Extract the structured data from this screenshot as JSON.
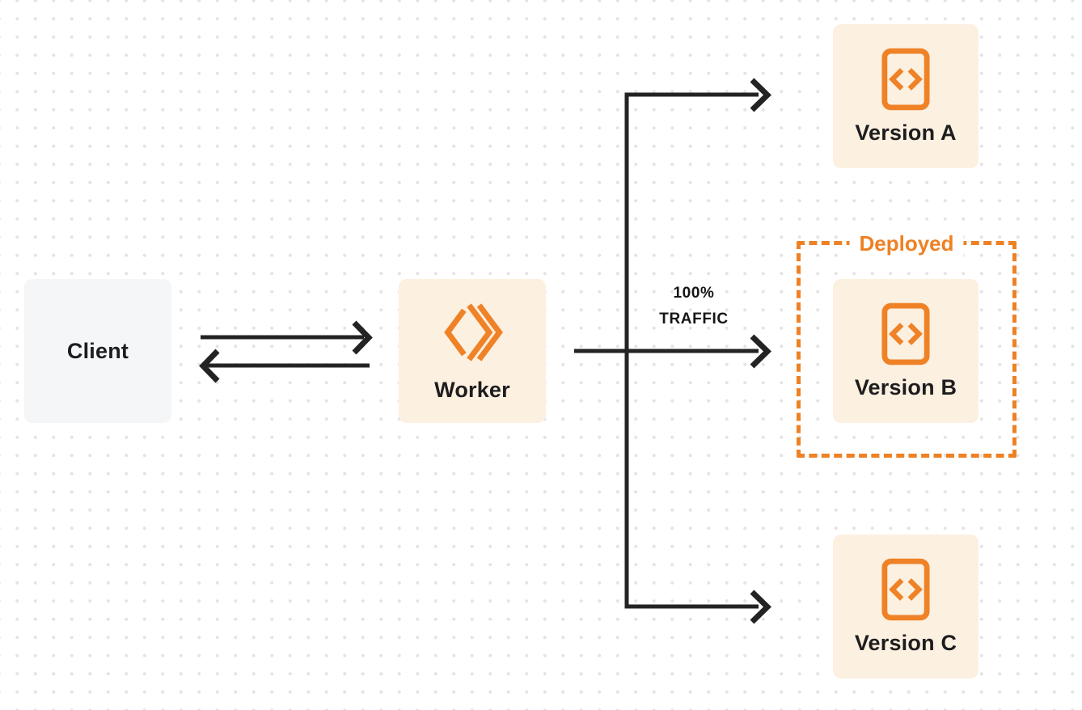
{
  "nodes": {
    "client": {
      "label": "Client"
    },
    "worker": {
      "label": "Worker"
    },
    "version_a": {
      "label": "Version A"
    },
    "version_b": {
      "label": "Version B"
    },
    "version_c": {
      "label": "Version C"
    }
  },
  "deployed_group": {
    "label": "Deployed"
  },
  "traffic": {
    "line1": "100%",
    "line2": "TRAFFIC"
  },
  "edges": [
    {
      "from": "Client",
      "to": "Worker",
      "arrow": "right"
    },
    {
      "from": "Worker",
      "to": "Client",
      "arrow": "left"
    },
    {
      "from": "Worker",
      "to": "Version A",
      "arrow": "right"
    },
    {
      "from": "Worker",
      "to": "Version B",
      "arrow": "right",
      "label": "100% TRAFFIC"
    },
    {
      "from": "Worker",
      "to": "Version C",
      "arrow": "right"
    }
  ],
  "icons": {
    "worker": "cloudflare-workers-logo",
    "versions": "code-file"
  },
  "colors": {
    "orange": "#EE8124",
    "node_fill": "#FCF0E0",
    "client_fill": "#F5F6F8",
    "connector": "#232323",
    "label_text": "#1D1D1F",
    "grid_dot": "#E4E4E4",
    "background": "#FFFFFF"
  }
}
